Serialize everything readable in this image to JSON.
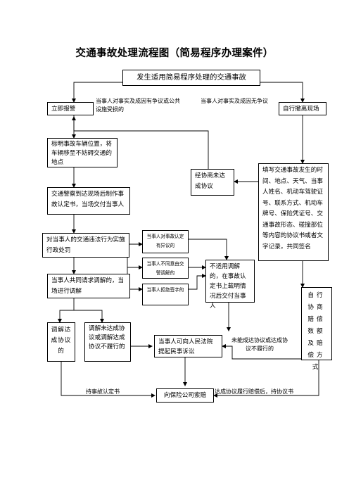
{
  "title": "交通事故处理流程图（简易程序办理案件）",
  "nodes": {
    "start": "发生适用简易程序处理的交通事故",
    "report": "立即报警",
    "leave": "自行撤离现场",
    "mark": "标明事故车辆位置，将车辆移至不妨碍交通的地点",
    "police": "交通警察到达现场后制作事故认定书，当场交付当事人",
    "penalty": "对当事人的交通违法行为实施行政处罚",
    "negotiate_fail": "经协商未达成协议",
    "fill": "填写交通事故发生的时间、地点、天气、当事人姓名、机动车驾驶证号、联系方式、机动车牌号、保险凭证号、交通事故形态、碰撞部位等内容的协议书或者文字记录，共同签名",
    "dispute": "当事人对事故认定有异议的",
    "disagree": "当事人不同意由交警调解的",
    "refuse": "当事人拒绝签字的",
    "not_applicable": "不适用调解的，在事故认定书上载明情况后交付当事人",
    "mediate_req": "当事人共同请求调解的，当场进行调解",
    "mediated": "调解达成协议的",
    "mediate_fail": "调解未达成协议或调解达成协议不履行的",
    "lawsuit": "当事人可向人民法院提起民事诉讼",
    "self_comp": "自行协商赔偿数额及赔偿方式",
    "insurer": "向保险公司索赔"
  },
  "labels": {
    "dispute_facts": "当事人对事实及成因有争议或公共设施受损的",
    "no_dispute": "当事人对事实及成因无争议",
    "not_reached": "未能成达协议或达成协议不履行的",
    "hold_cert": "持事故认定书",
    "hold_agreement": "达成协议履行赔偿后，持协议书"
  }
}
